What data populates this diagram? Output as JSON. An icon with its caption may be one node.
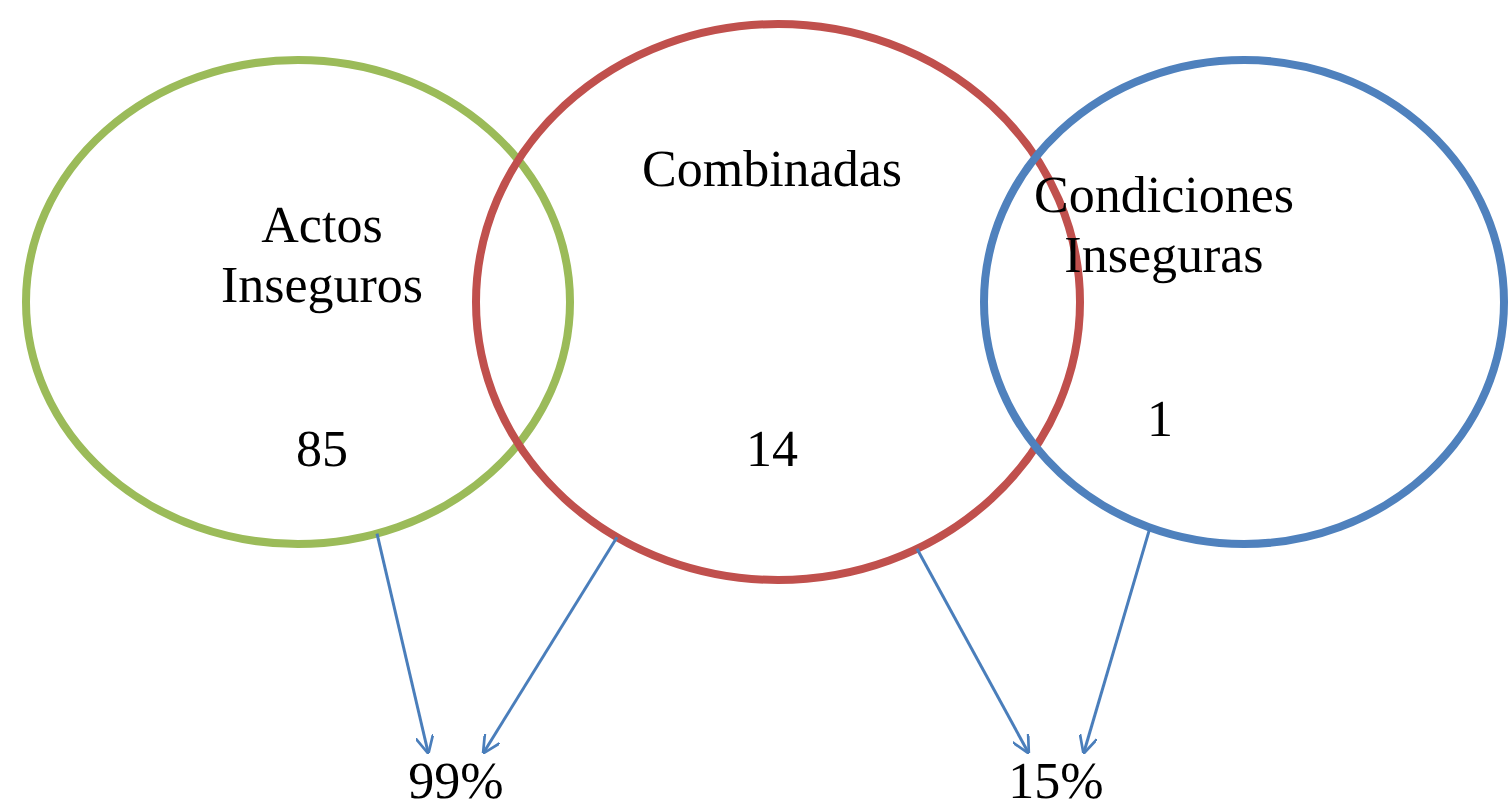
{
  "diagram": {
    "nodes": [
      {
        "text": [
          "Actos Inseguros",
          "85"
        ]
      },
      {
        "text": [
          "Combinadas",
          "14"
        ]
      },
      {
        "text": [
          "Condiciones Inseguras",
          "1"
        ]
      },
      {
        "text": [
          "99%"
        ]
      },
      {
        "text": [
          "15%"
        ]
      }
    ],
    "edges": [
      {
        "from": 0,
        "to": 3,
        "arrow": "to"
      },
      {
        "from": 1,
        "to": 3,
        "arrow": "to"
      },
      {
        "from": 1,
        "to": 4,
        "arrow": "to"
      },
      {
        "from": 2,
        "to": 4,
        "arrow": "to"
      }
    ]
  }
}
